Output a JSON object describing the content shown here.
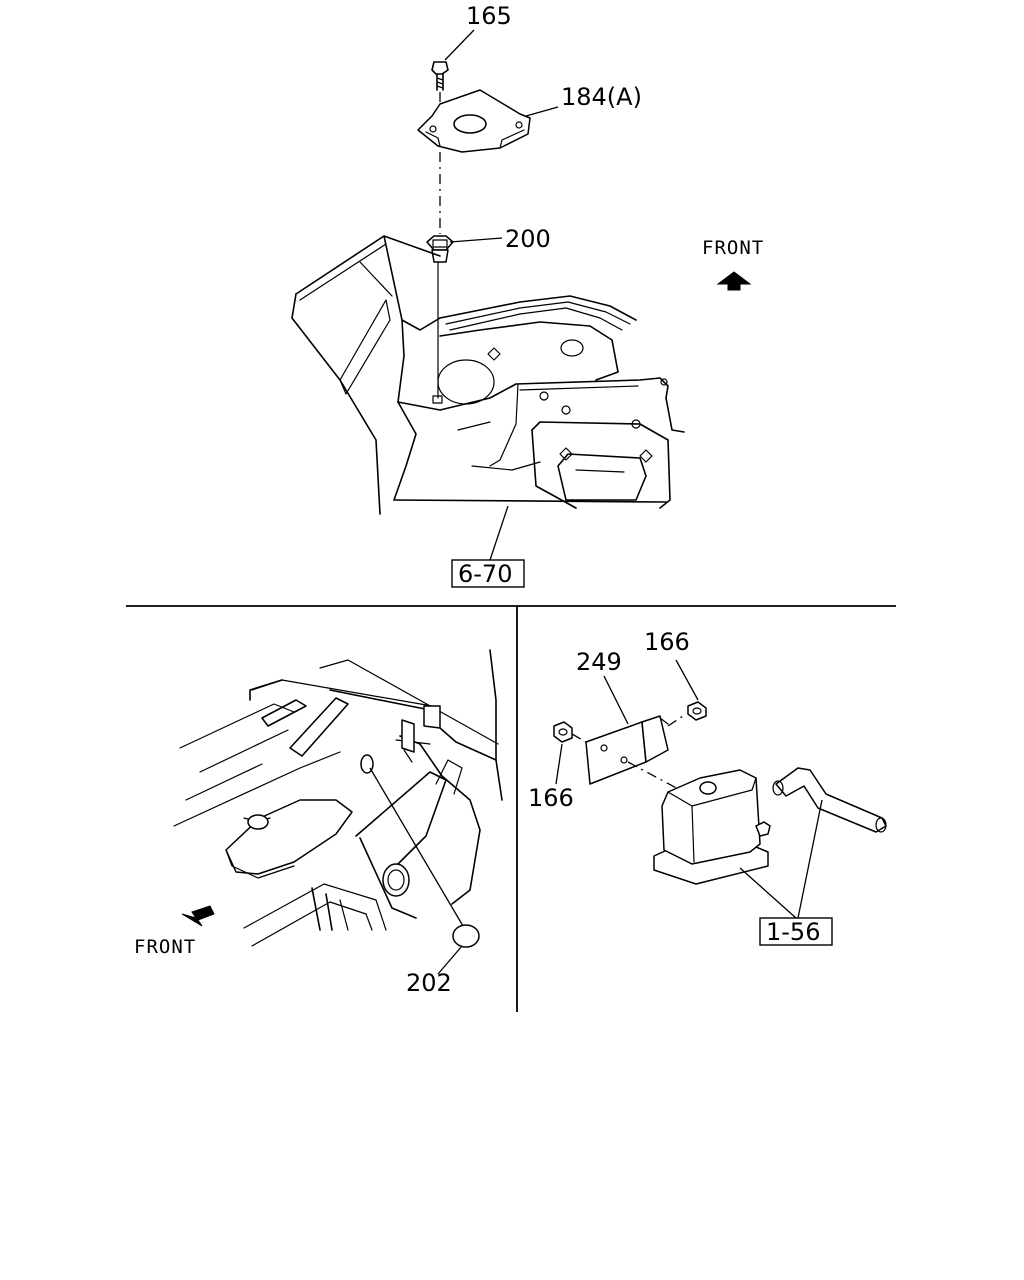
{
  "top_panel": {
    "callouts": {
      "c165": "165",
      "c184": "184(A)",
      "c200": "200"
    },
    "front_label": "FRONT",
    "ref_box": "6-70"
  },
  "bottom_left_panel": {
    "front_label": "FRONT",
    "callouts": {
      "c202": "202"
    }
  },
  "bottom_right_panel": {
    "callouts": {
      "c249": "249",
      "c166_top": "166",
      "c166_left": "166"
    },
    "ref_box": "1-56"
  },
  "icons": {
    "front_arrow_top": "arrow-up-icon",
    "front_arrow_bottom": "arrow-down-left-icon"
  }
}
